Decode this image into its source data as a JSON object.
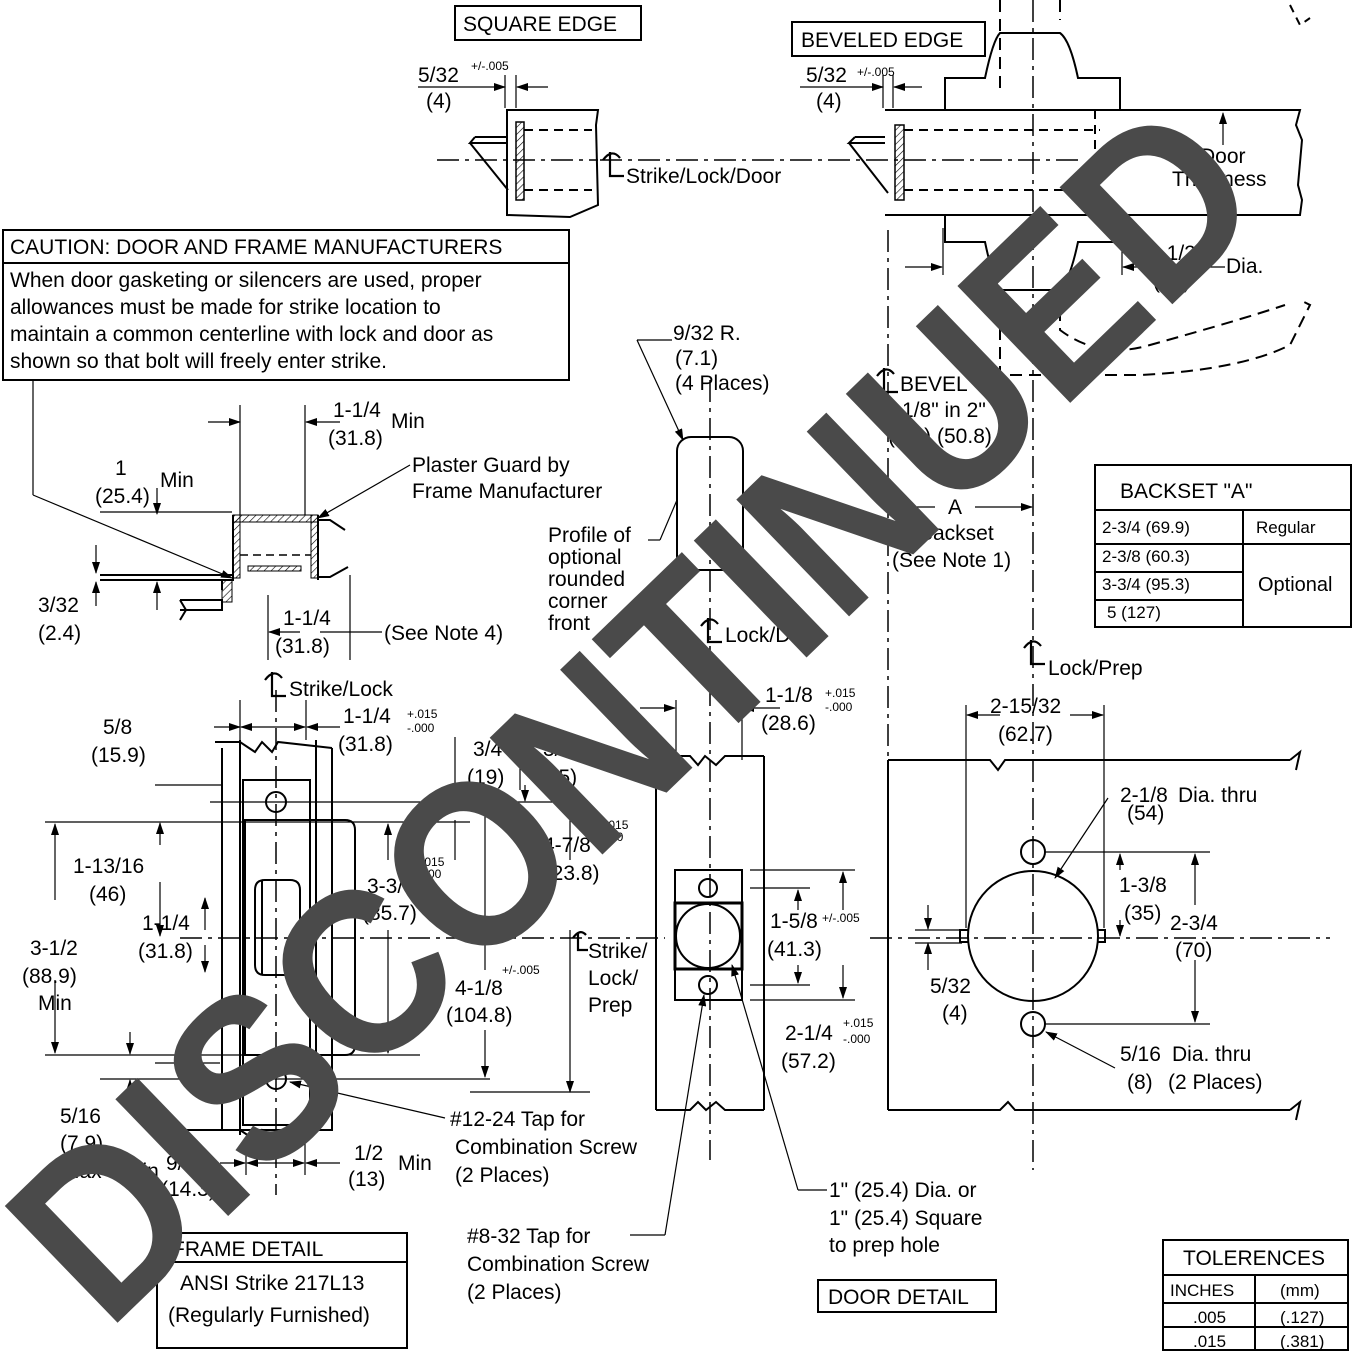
{
  "labels": {
    "square_edge": "SQUARE EDGE",
    "beveled_edge": "BEVELED EDGE",
    "strike_lock_door": "Strike/Lock/Door",
    "door_thickness_1": "Door",
    "door_thickness_2": "Thickness",
    "dia_label": "Dia.",
    "plaster_guard_1": "Plaster Guard by",
    "plaster_guard_2": "Frame Manufacturer",
    "see_note_4": "(See Note 4)",
    "profile_1": "Profile of",
    "profile_2": "optional",
    "profile_3": "rounded",
    "profile_4": "corner",
    "profile_5": "front",
    "radius_1": "9/32 R.",
    "radius_2": "(7.1)",
    "radius_3": "(4 Places)",
    "bevel_1": "BEVEL",
    "bevel_2": "1/8\" in 2\"",
    "bevel_3": "(3.2) (50.8)",
    "backset_a": "A",
    "backset_word": "Backset",
    "backset_note": "(See Note 1)",
    "lock_door": "Lock/Door",
    "lock_prep": "Lock/Prep",
    "strike_lock": "Strike/Lock",
    "strike_lock_prep_1": "Strike/",
    "strike_lock_prep_2": "Lock/",
    "strike_lock_prep_3": "Prep",
    "dia_thru": "Dia. thru",
    "dia_thru_2": "Dia. thru",
    "two_places": "(2 Places)",
    "tap_12_1": "#12-24 Tap for",
    "tap_12_2": "Combination Screw",
    "tap_12_3": "(2 Places)",
    "tap_8_1": "#8-32 Tap for",
    "tap_8_2": "Combination Screw",
    "tap_8_3": "(2 Places)",
    "hole_1": "1\" (25.4) Dia. or",
    "hole_2": "1\" (25.4) Square",
    "hole_3": "to prep hole",
    "min": "Min",
    "max": "Max",
    "door_detail": "DOOR DETAIL",
    "frame_detail": "FRAME DETAIL",
    "ansi_1": "ANSI Strike 217L13",
    "ansi_2": "(Regularly Furnished)"
  },
  "caution": {
    "title": "CAUTION: DOOR AND FRAME MANUFACTURERS",
    "line1": "When door gasketing or silencers are used, proper",
    "line2": "allowances must be made for strike location to",
    "line3": "maintain a common centerline with lock and door as",
    "line4": "shown so that bolt will freely enter strike."
  },
  "dims": {
    "d5_32_in": "5/32",
    "d5_32_mm": "(4)",
    "tol_005": "+/-.005",
    "d5_32b_in": "5/32",
    "d5_32b_mm": "(4)",
    "tol_005b": "+/-.005",
    "d3_1_2_in": "3-1/2",
    "d3_1_2_mm": "(89)",
    "d1_min_in": "1",
    "d1_min_mm": "(25.4)",
    "d1_1_4_min_in": "1-1/4",
    "d1_1_4_min_mm": "(31.8)",
    "d3_32_in": "3/32",
    "d3_32_mm": "(2.4)",
    "d1_1_4_n4_in": "1-1/4",
    "d1_1_4_n4_mm": "(31.8)",
    "d5_8_in": "5/8",
    "d5_8_mm": "(15.9)",
    "d1_1_4_s_in": "1-1/4",
    "d1_1_4_s_mm": "(31.8)",
    "tol_p015": "+.015",
    "tol_m000": "-.000",
    "d3_4_in": "3/4",
    "d3_4_mm": "(19)",
    "d3_8_in": "3/8",
    "d3_8_mm": "(9.5)",
    "d1_13_16_in": "1-13/16",
    "d1_13_16_mm": "(46)",
    "d3_1_2b_in": "3-1/2",
    "d3_1_2b_mm": "(88.9)",
    "d1_1_4_v_in": "1-1/4",
    "d1_1_4_v_mm": "(31.8)",
    "d3_3_8_in": "3-3/8",
    "d3_3_8_mm": "(85.7)",
    "tol_p015b": "+.015",
    "tol_m000b": "-.000",
    "d4_7_8_in": "4-7/8",
    "d4_7_8_mm": "(123.8)",
    "tol_p015c": "+.015",
    "tol_m000c": ".000",
    "d4_1_8_in": "4-1/8",
    "d4_1_8_mm": "(104.8)",
    "tol_005c": "+/-.005",
    "d5_16_in": "5/16",
    "d5_16_mm": "(7.9)",
    "d9_16_in": "9/16",
    "d9_16_mm": "(14.3)",
    "d1_2_in": "1/2",
    "d1_2_mm": "(13)",
    "d1_1_8_in": "1-1/8",
    "d1_1_8_mm": "(28.6)",
    "tol_p015d": "+.015",
    "tol_m000d": "-.000",
    "d1_5_8_in": "1-5/8",
    "d1_5_8_mm": "(41.3)",
    "tol_005d": "+/-.005",
    "d2_1_4_in": "2-1/4",
    "d2_1_4_mm": "(57.2)",
    "tol_p015e": "+.015",
    "tol_m000e": "-.000",
    "d2_15_32_in": "2-15/32",
    "d2_15_32_mm": "(62.7)",
    "d2_1_8_in": "2-1/8",
    "d2_1_8_mm": "(54)",
    "d1_3_8_in": "1-3/8",
    "d1_3_8_mm": "(35)",
    "d2_3_4_in": "2-3/4",
    "d2_3_4_mm": "(70)",
    "d5_32c_in": "5/32",
    "d5_32c_mm": "(4)",
    "d5_16b_in": "5/16",
    "d5_16b_mm": "(8)"
  },
  "backset_table": {
    "title": "BACKSET \"A\"",
    "rows": [
      {
        "size": "2-3/4 (69.9)",
        "type": "Regular"
      },
      {
        "size": "2-3/8 (60.3)",
        "type": "Optional"
      },
      {
        "size": "3-3/4 (95.3)"
      },
      {
        "size": "5 (127)"
      }
    ]
  },
  "tolerances": {
    "title": "TOLERENCES",
    "headers": [
      "INCHES",
      "(mm)"
    ],
    "rows": [
      [
        ".005",
        "(.127)"
      ],
      [
        ".015",
        "(.381)"
      ]
    ]
  },
  "watermark": "DISCONTINUED"
}
